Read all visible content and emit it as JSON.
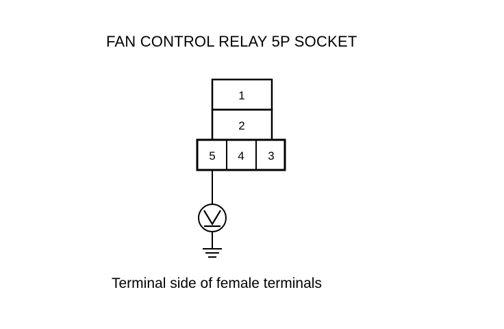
{
  "title": "FAN CONTROL RELAY 5P SOCKET",
  "caption": "Terminal side of female terminals",
  "connector": {
    "terminals": [
      {
        "id": "1",
        "label": "1"
      },
      {
        "id": "2",
        "label": "2"
      },
      {
        "id": "3",
        "label": "3"
      },
      {
        "id": "4",
        "label": "4"
      },
      {
        "id": "5",
        "label": "5"
      }
    ],
    "probed_terminal": "5"
  },
  "meter": {
    "icon": "voltmeter-icon"
  },
  "ground": {
    "icon": "ground-icon"
  }
}
